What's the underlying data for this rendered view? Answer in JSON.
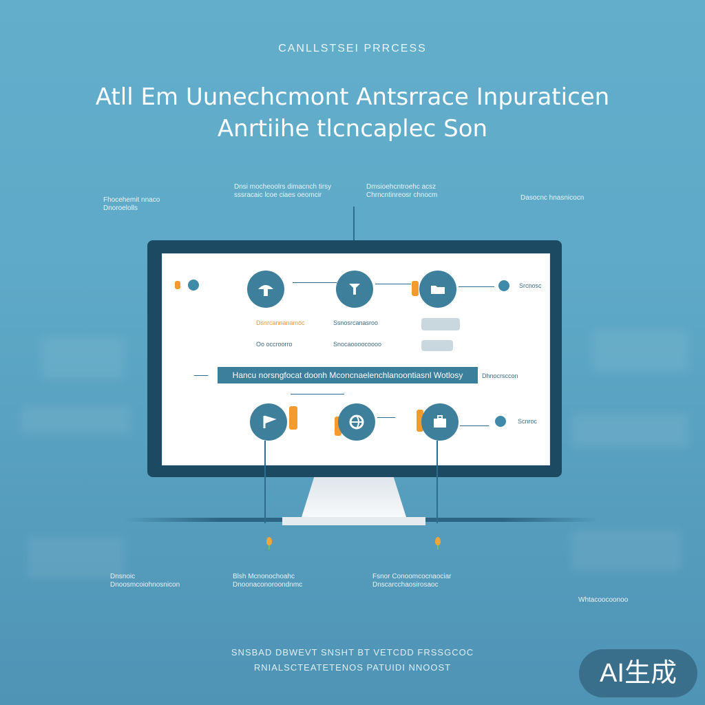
{
  "header": {
    "eyebrow": "CANLLSTSEI PRRCESS",
    "title_line1": "Atll Em Uunechcmont Antsrrace Inpuraticen",
    "title_line2": "Anrtiihe tlcncaplec Son"
  },
  "top_notes": [
    {
      "line1": "Fhocehemit nnaco",
      "line2": "Dnoroelolls"
    },
    {
      "line1": "Dnsi mocheoolrs dimacnch tirsy",
      "line2": "sssracaic lcoe ciaes oeomcir"
    },
    {
      "line1": "Dmsioehcntroehc acsz",
      "line2": "Chrncntinreosr chnocm"
    },
    {
      "line1": "Dasocnc hnasnicocn",
      "line2": ""
    }
  ],
  "screen": {
    "right_label_top": "Srcnosc",
    "row1_left": "Dsnrcannanamoc",
    "row1_right": "Ssnosrcanasroo",
    "row2_left": "Oo occroorro",
    "row2_right": "Snocaoooocoooo",
    "banner_side_left": "",
    "banner": "Hancu norsngfocat doonh Mconcnaelenchlanoontiasnl Wotlosy",
    "banner_side_right": "Dhnocrsccon",
    "right_label_bottom": "Scnroc"
  },
  "bottom_notes": [
    {
      "line1": "Dnsnoic",
      "line2": "Dnoosmcoiohnosnicon"
    },
    {
      "line1": "Blsh Mcnonochoahc",
      "line2": "Dnoonaconoroondnmc"
    },
    {
      "line1": "Fsnor Conoomcocnaociar",
      "line2": "Dnscarcchaosirosaoc"
    },
    {
      "line1": "Whtacoocoonoo",
      "line2": ""
    }
  ],
  "footer": {
    "line1": "SNSBAD DBWEVT SNSHT BT VETCDD FRSSGCOC",
    "line2": "RNIALSCTEATETENOS PATUIDI NNOOST"
  },
  "badge": "AI生成",
  "colors": {
    "background": "#5ea9c7",
    "monitor": "#1d4a63",
    "circle": "#3e7f9b",
    "accent": "#f39b2e"
  },
  "icons": [
    "mushroom-icon",
    "pen-tool-icon",
    "folder-icon",
    "flag-icon",
    "globe-icon",
    "briefcase-icon"
  ]
}
